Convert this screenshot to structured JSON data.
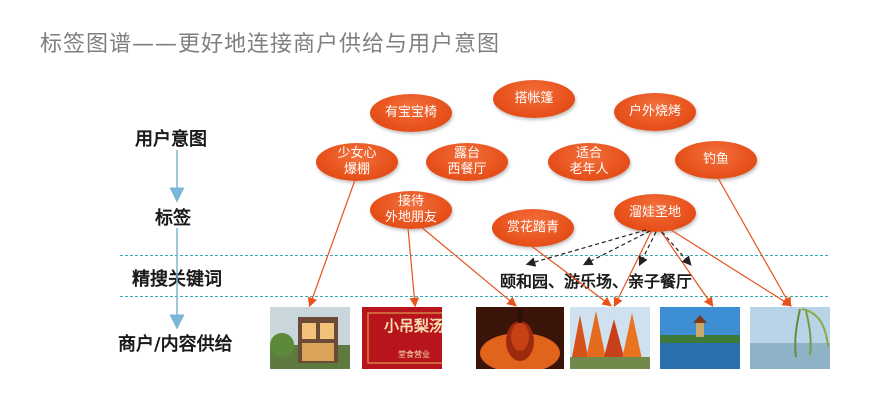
{
  "title": "标签图谱——更好地连接商户供给与用户意图",
  "rows": {
    "intent": "用户意图",
    "tags": "标签",
    "keywords": "精搜关键词",
    "supply": "商户/内容供给"
  },
  "tags": [
    {
      "label": "有宝宝椅"
    },
    {
      "label": "搭帐篷"
    },
    {
      "label": "户外烧烤"
    },
    {
      "label": "少女心\n爆棚"
    },
    {
      "label": "露台\n西餐厅"
    },
    {
      "label": "适合\n老年人"
    },
    {
      "label": "钓鱼"
    },
    {
      "label": "接待\n外地朋友"
    },
    {
      "label": "赏花踏青"
    },
    {
      "label": "溜娃圣地"
    }
  ],
  "keywords": "颐和园、游乐场、亲子餐厅",
  "supply_images": [
    {
      "name": "modern-building-photo"
    },
    {
      "name": "red-restaurant-sign-photo",
      "sign_text": "小吊梨汤",
      "sign_sub": "堂食营业"
    },
    {
      "name": "roast-duck-photo"
    },
    {
      "name": "autumn-trees-photo"
    },
    {
      "name": "summer-palace-photo"
    },
    {
      "name": "lakeside-willow-photo"
    }
  ],
  "colors": {
    "oval": "#e8521c",
    "arrow": "#e8521c",
    "flow_arrow": "#7ab6d6",
    "dashed_line": "#3aa9b4",
    "title": "#7f7f7f"
  }
}
